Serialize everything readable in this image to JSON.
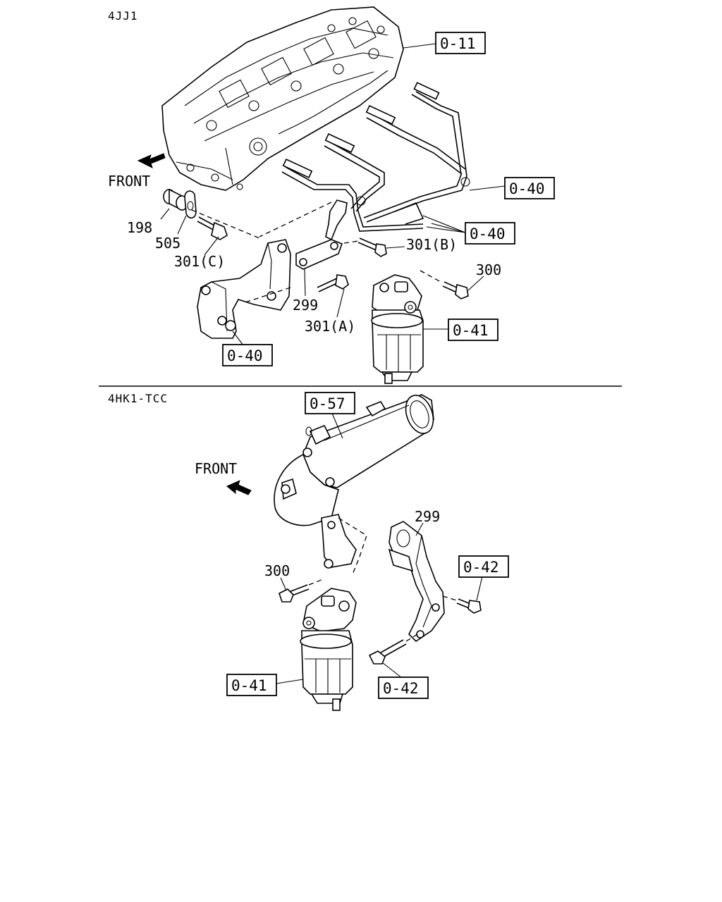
{
  "sections": {
    "top": {
      "title": "4JJ1",
      "front_label": "FRONT",
      "callouts": {
        "c198": "198",
        "c505": "505",
        "c301c": "301(C)",
        "c299": "299",
        "c301a": "301(A)",
        "c301b": "301(B)",
        "c300": "300"
      },
      "refs": {
        "r011": "0-11",
        "r040a": "0-40",
        "r040b": "0-40",
        "r041": "0-41",
        "r040c": "0-40"
      }
    },
    "bottom": {
      "title": "4HK1-TCC",
      "front_label": "FRONT",
      "callouts": {
        "c299": "299",
        "c300": "300"
      },
      "refs": {
        "r057": "0-57",
        "r042a": "0-42",
        "r041": "0-41",
        "r042b": "0-42"
      }
    }
  }
}
